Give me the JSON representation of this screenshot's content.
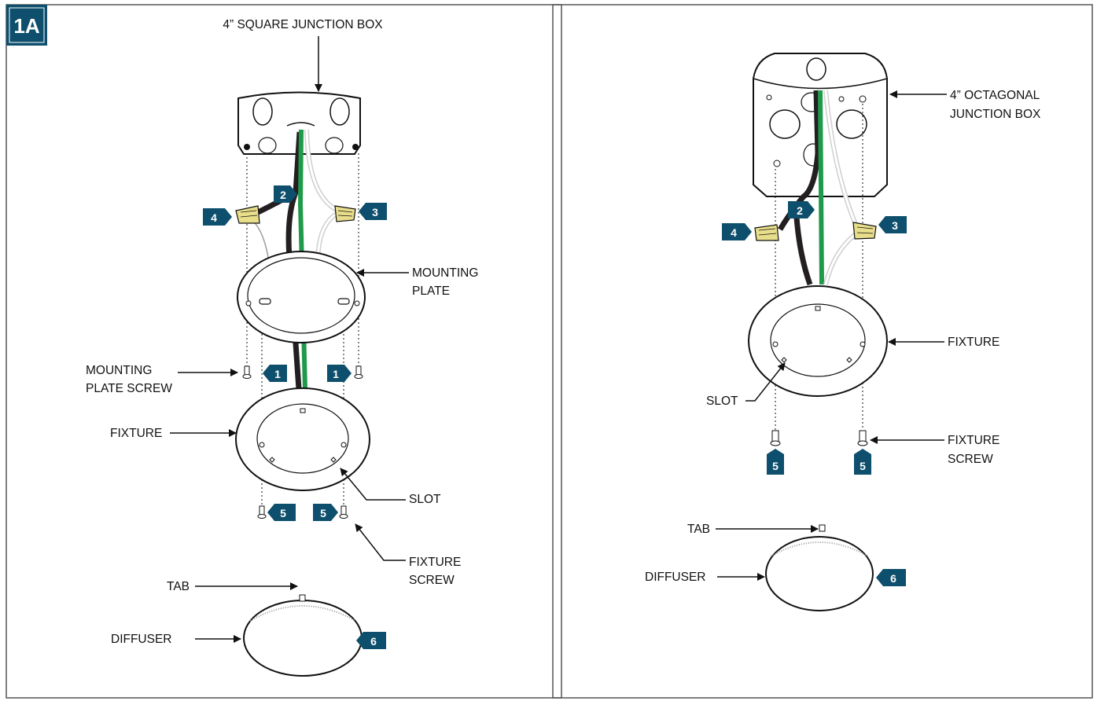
{
  "figure": {
    "tag": "1A",
    "accent_color": "#0d4f6c",
    "wire_black": "#231f20",
    "wire_green": "#1f9a4a",
    "connector_color": "#e8dd8a"
  },
  "left_panel": {
    "labels": {
      "junction_box": "4” SQUARE JUNCTION BOX",
      "mounting_plate": [
        "MOUNTING",
        "PLATE"
      ],
      "mounting_plate_screw": [
        "MOUNTING",
        "PLATE SCREW"
      ],
      "fixture": "FIXTURE",
      "slot": "SLOT",
      "fixture_screw": [
        "FIXTURE",
        "SCREW"
      ],
      "tab": "TAB",
      "diffuser": "DIFFUSER"
    },
    "steps": [
      "1",
      "1",
      "2",
      "3",
      "4",
      "5",
      "5",
      "6"
    ]
  },
  "right_panel": {
    "labels": {
      "junction_box": [
        "4” OCTAGONAL",
        "JUNCTION BOX"
      ],
      "fixture": "FIXTURE",
      "slot": "SLOT",
      "fixture_screw": [
        "FIXTURE",
        "SCREW"
      ],
      "tab": "TAB",
      "diffuser": "DIFFUSER"
    },
    "steps": [
      "2",
      "3",
      "4",
      "5",
      "5",
      "6"
    ]
  }
}
